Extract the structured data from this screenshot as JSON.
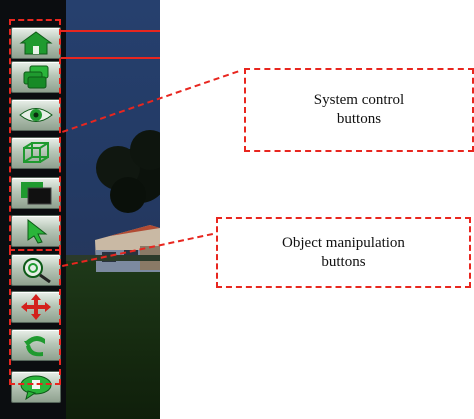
{
  "toolbar": {
    "system_group": [
      {
        "name": "home",
        "icon": "home-icon"
      },
      {
        "name": "layers",
        "icon": "layers-icon"
      },
      {
        "name": "view",
        "icon": "eye-icon"
      },
      {
        "name": "wireframe",
        "icon": "wireframe-cube-icon"
      },
      {
        "name": "window",
        "icon": "window-icon"
      },
      {
        "name": "select",
        "icon": "arrow-pointer-icon"
      }
    ],
    "object_group": [
      {
        "name": "zoom",
        "icon": "magnifier-icon"
      },
      {
        "name": "move",
        "icon": "move-arrows-icon"
      },
      {
        "name": "rotate",
        "icon": "rotate-icon"
      },
      {
        "name": "chat",
        "icon": "speech-bubble-icon"
      }
    ]
  },
  "callouts": {
    "system": {
      "text": "System control\nbuttons"
    },
    "object": {
      "text": "Object manipulation\nbuttons"
    }
  },
  "colors": {
    "annotation": "#e8261f",
    "icon_green": "#1f9a2f",
    "button_face": "#b7c6b7"
  }
}
